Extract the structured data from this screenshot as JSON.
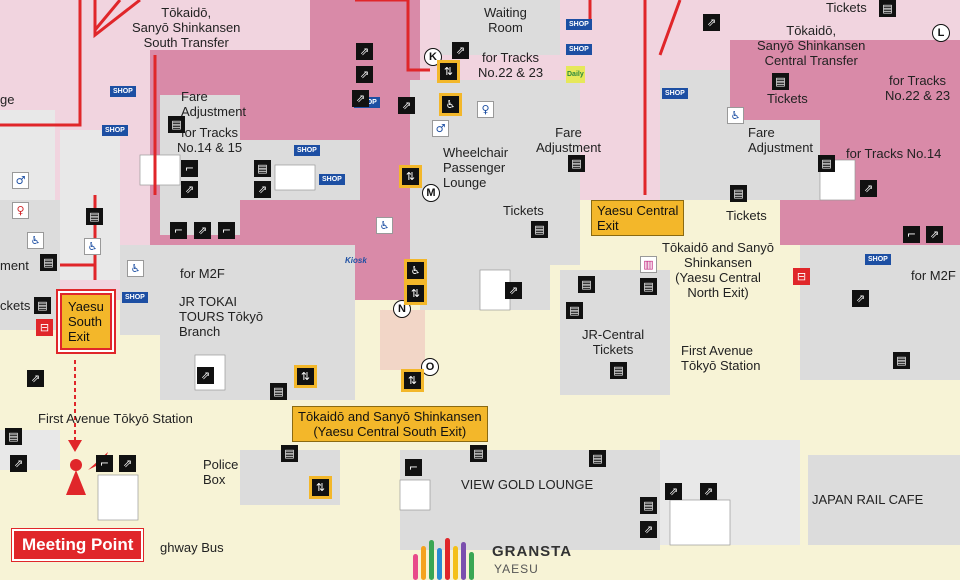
{
  "labels": {
    "waiting_room": "Waiting\nRoom",
    "tokaido_south_transfer": "Tōkaidō,\nSanyō Shinkansen\nSouth Transfer",
    "tracks_22_23_a": "for Tracks\nNo.22 & 23",
    "tracks_22_23_b": "for Tracks\nNo.22 & 23",
    "tokaido_central_transfer": "Tōkaidō,\nSanyō Shinkansen\nCentral Transfer",
    "tickets_top_right": "Tickets",
    "tickets_upper_right": "Tickets",
    "fare_adj_1": "Fare\nAdjustment",
    "tracks_14_15": "for Tracks\nNo.14 & 15",
    "fare_adj_2": "Fare\nAdjustment",
    "fare_adj_3": "Fare\nAdjustment",
    "tracks_14_right": "for Tracks No.14",
    "wheelchair_lounge": "Wheelchair\nPassenger\nLounge",
    "tickets_mid": "Tickets",
    "tickets_right": "Tickets",
    "tokaido_central_north": "Tōkaidō and Sanyō\nShinkansen\n(Yaesu Central\nNorth Exit)",
    "adjustment_left": "ment",
    "tickets_left": "ckets",
    "for_m2f_1": "for M2F",
    "for_m2f_2": "for M2F",
    "jr_tokai_tours": "JR TOKAI\nTOURS Tōkyō\nBranch",
    "jr_central_tickets": "JR-Central\nTickets",
    "first_avenue_right": "First Avenue\nTōkyō Station",
    "first_avenue_left": "First Avenue Tōkyō Station",
    "police_box": "Police\nBox",
    "view_gold_lounge": "VIEW GOLD LOUNGE",
    "japan_rail_cafe": "JAPAN RAIL CAFE",
    "highway_bus": "ghway Bus",
    "age_left": "ge",
    "kiosk": "Kiosk",
    "daily": "Daily"
  },
  "exits": {
    "yaesu_central": "Yaesu Central\nExit",
    "yaesu_south": "Yaesu\nSouth\nExit",
    "yaesu_central_south": "Tōkaidō and Sanyō Shinkansen\n(Yaesu Central South Exit)"
  },
  "meeting_point": "Meeting Point",
  "elevator_letters": [
    "K",
    "M",
    "N",
    "O",
    "L"
  ],
  "shop_label": "SHOP",
  "logo": {
    "word": "GRANSTA",
    "sub": "YAESU"
  },
  "colors": {
    "pink_area": "#d98aa8",
    "light_pink": "#f1d4df",
    "grey_area": "#dcdcdc",
    "concourse": "#f7f3d6",
    "exit_yellow": "#f3b72a",
    "red_line": "#e0262a",
    "shop_blue": "#1d4fa3"
  }
}
